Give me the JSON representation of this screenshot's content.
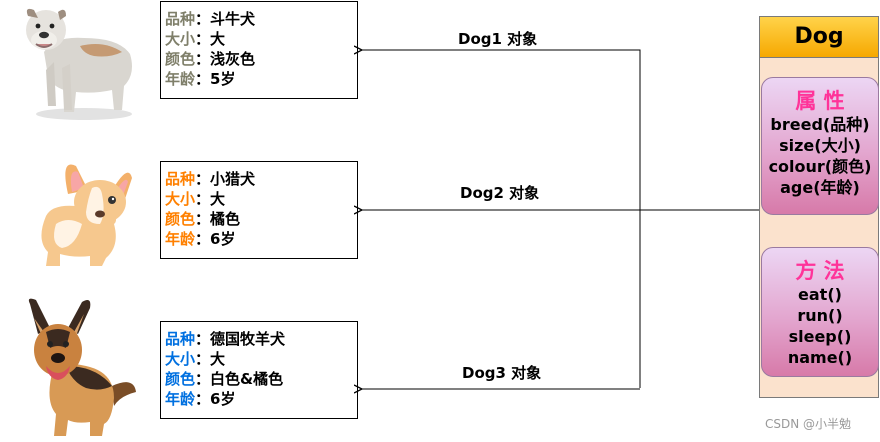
{
  "dogs": [
    {
      "edge_label": "Dog1  对象",
      "label_color": "#7f7f6a",
      "rows": [
        {
          "key": "品种",
          "sep": "：",
          "val": "斗牛犬"
        },
        {
          "key": "大小",
          "sep": "：",
          "val": "大"
        },
        {
          "key": "颜色",
          "sep": "：",
          "val": "浅灰色"
        },
        {
          "key": "年龄",
          "sep": "：",
          "val": "5岁"
        }
      ]
    },
    {
      "edge_label": "Dog2 对象",
      "label_color": "#ff8000",
      "rows": [
        {
          "key": "品种",
          "sep": "：",
          "val": "小猎犬"
        },
        {
          "key": "大小",
          "sep": "：",
          "val": "大"
        },
        {
          "key": "颜色",
          "sep": "：",
          "val": "橘色"
        },
        {
          "key": "年龄",
          "sep": "：",
          "val": "6岁"
        }
      ]
    },
    {
      "edge_label": "Dog3 对象",
      "label_color": "#0070e0",
      "rows": [
        {
          "key": "品种",
          "sep": "：",
          "val": "德国牧羊犬"
        },
        {
          "key": "大小",
          "sep": "：",
          "val": "大"
        },
        {
          "key": "颜色",
          "sep": "：",
          "val": "白色&橘色"
        },
        {
          "key": "年龄",
          "sep": "：",
          "val": "6岁"
        }
      ]
    }
  ],
  "class_box": {
    "title": "Dog",
    "attributes_title": "属 性",
    "attributes": [
      "breed(品种)",
      "size(大小)",
      "colour(颜色)",
      "age(年龄)"
    ],
    "methods_title": "方 法",
    "methods": [
      "eat()",
      "run()",
      "sleep()",
      "name()"
    ]
  },
  "watermark": "CSDN @小半勉",
  "colors": {
    "section_title": "#ff3399",
    "class_header": "#f6a800",
    "class_body": "#fbe2cd"
  }
}
